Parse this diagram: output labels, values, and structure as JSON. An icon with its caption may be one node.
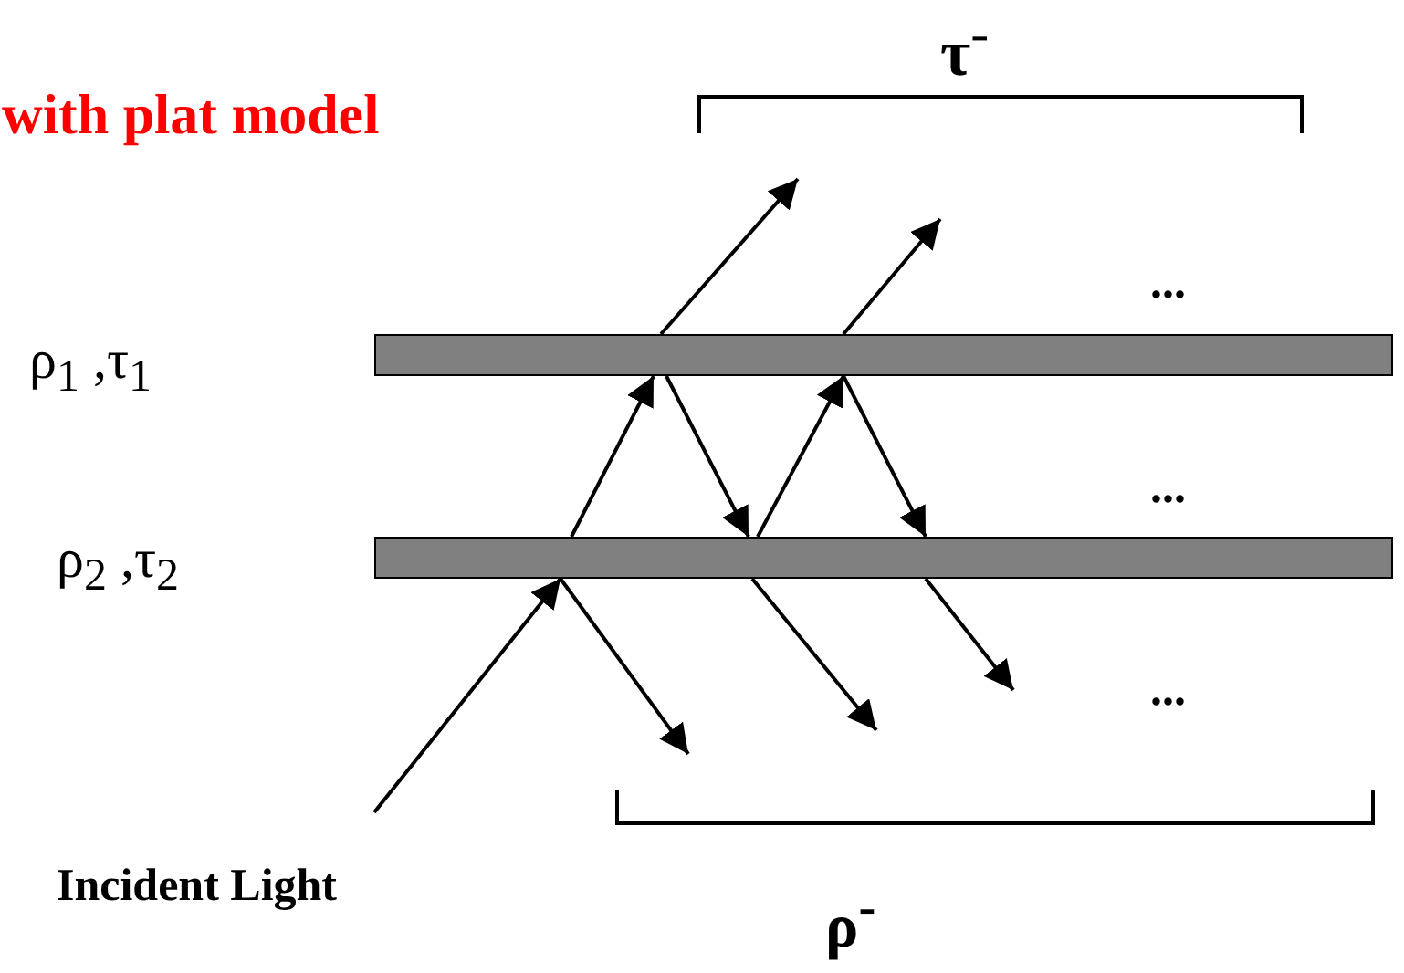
{
  "diagram": {
    "title": "with plat model",
    "nodes": [
      {
        "text": [],
        "shape": "bar"
      },
      {
        "text": [],
        "shape": "bar"
      }
    ],
    "edges": [
      {
        "from": null,
        "to": 1,
        "arrow": "to"
      },
      {
        "from": 1,
        "to": 0,
        "arrow": "to"
      },
      {
        "from": 0,
        "to": null,
        "arrow": "to"
      },
      {
        "from": 0,
        "to": 1,
        "arrow": "to"
      },
      {
        "from": 1,
        "to": 0,
        "arrow": "to"
      },
      {
        "from": 0,
        "to": null,
        "arrow": "to"
      },
      {
        "from": 0,
        "to": 1,
        "arrow": "to"
      },
      {
        "from": 1,
        "to": null,
        "arrow": "to"
      },
      {
        "from": 1,
        "to": null,
        "arrow": "to"
      },
      {
        "from": 1,
        "to": null,
        "arrow": "to"
      }
    ],
    "labels": [
      "τ$^{-}$",
      "...",
      "ρ$_{1}$ ,τ$_{1}$",
      "...",
      "ρ$_{2}$ ,τ$_{2}$",
      "...",
      "Incident Light",
      "ρ$^{-}$"
    ]
  }
}
